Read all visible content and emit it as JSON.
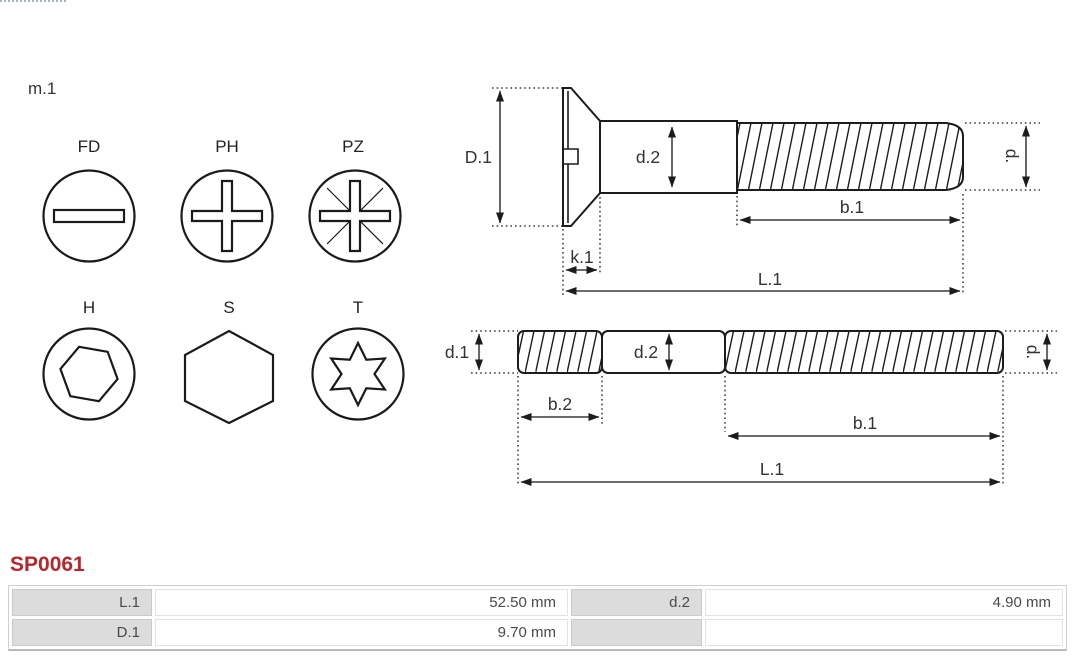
{
  "legend": {
    "module_label": "m.1",
    "drive_types": [
      {
        "code": "FD",
        "icon": "slotted-drive-icon"
      },
      {
        "code": "PH",
        "icon": "phillips-drive-icon"
      },
      {
        "code": "PZ",
        "icon": "pozidriv-drive-icon"
      },
      {
        "code": "H",
        "icon": "hex-socket-drive-icon"
      },
      {
        "code": "S",
        "icon": "hex-external-drive-icon"
      },
      {
        "code": "T",
        "icon": "torx-drive-icon"
      }
    ]
  },
  "top_screw": {
    "labels": {
      "D1": "D.1",
      "d2": "d.2",
      "d": "d.",
      "b1": "b.1",
      "k1": "k.1",
      "L1": "L.1"
    }
  },
  "bottom_stud": {
    "labels": {
      "d1": "d.1",
      "d2": "d.2",
      "d": "d.",
      "b2": "b.2",
      "b1": "b.1",
      "L1": "L.1"
    }
  },
  "part_number": "SP0061",
  "spec_table": {
    "rows": [
      {
        "cells": [
          {
            "label": "L.1",
            "value": "52.50 mm"
          },
          {
            "label": "d.2",
            "value": "4.90 mm"
          }
        ]
      },
      {
        "cells": [
          {
            "label": "D.1",
            "value": "9.70 mm"
          },
          {
            "label": "",
            "value": ""
          }
        ]
      }
    ]
  },
  "colors": {
    "part_number_red": "#b2282d",
    "line_color": "#1c1c1c",
    "table_label_bg": "#dcdcdc"
  }
}
